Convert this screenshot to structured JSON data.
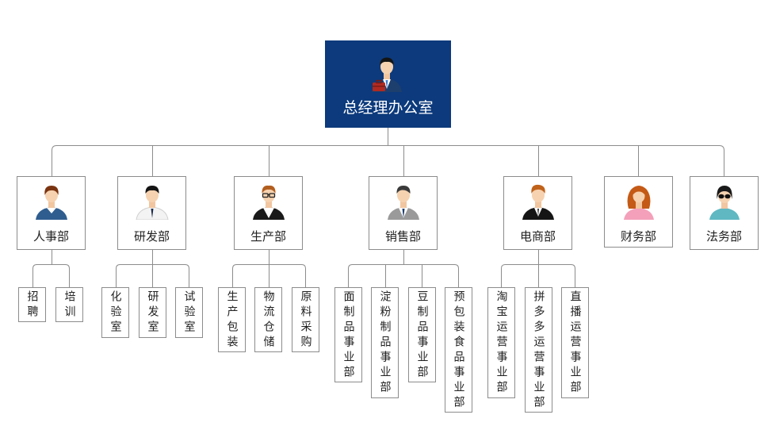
{
  "root": {
    "label": "总经理办公室",
    "icon": "businessman-briefcase-icon"
  },
  "departments": [
    {
      "label": "人事部",
      "icon": "hr-person-icon",
      "subs": [
        "招聘",
        "培训"
      ]
    },
    {
      "label": "研发部",
      "icon": "researcher-person-icon",
      "subs": [
        "化验室",
        "研发室",
        "试验室"
      ]
    },
    {
      "label": "生产部",
      "icon": "production-manager-glasses-icon",
      "subs": [
        "生产包装",
        "物流仓储",
        "原料采购"
      ]
    },
    {
      "label": "销售部",
      "icon": "sales-manager-suit-icon",
      "subs": [
        "面制品事业部",
        "淀粉制品事业部",
        "豆制品事业部",
        "预包装食品事业部"
      ]
    },
    {
      "label": "电商部",
      "icon": "ecommerce-manager-icon",
      "subs": [
        "淘宝运营事业部",
        "拼多多运营事业部",
        "直播运营事业部"
      ]
    },
    {
      "label": "财务部",
      "icon": "finance-woman-icon",
      "subs": []
    },
    {
      "label": "法务部",
      "icon": "legal-woman-sunglasses-icon",
      "subs": []
    }
  ]
}
